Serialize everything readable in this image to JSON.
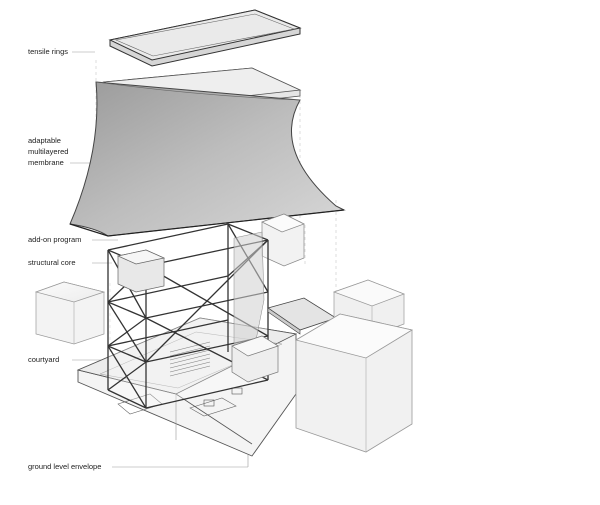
{
  "labels": {
    "tensile_rings": "tensile rings",
    "membrane": "adaptable multilayered membrane",
    "add_on_program": "add-on program",
    "structural_core": "structural core",
    "courtyard": "courtyard",
    "ground_level_envelope": "ground level envelope"
  }
}
